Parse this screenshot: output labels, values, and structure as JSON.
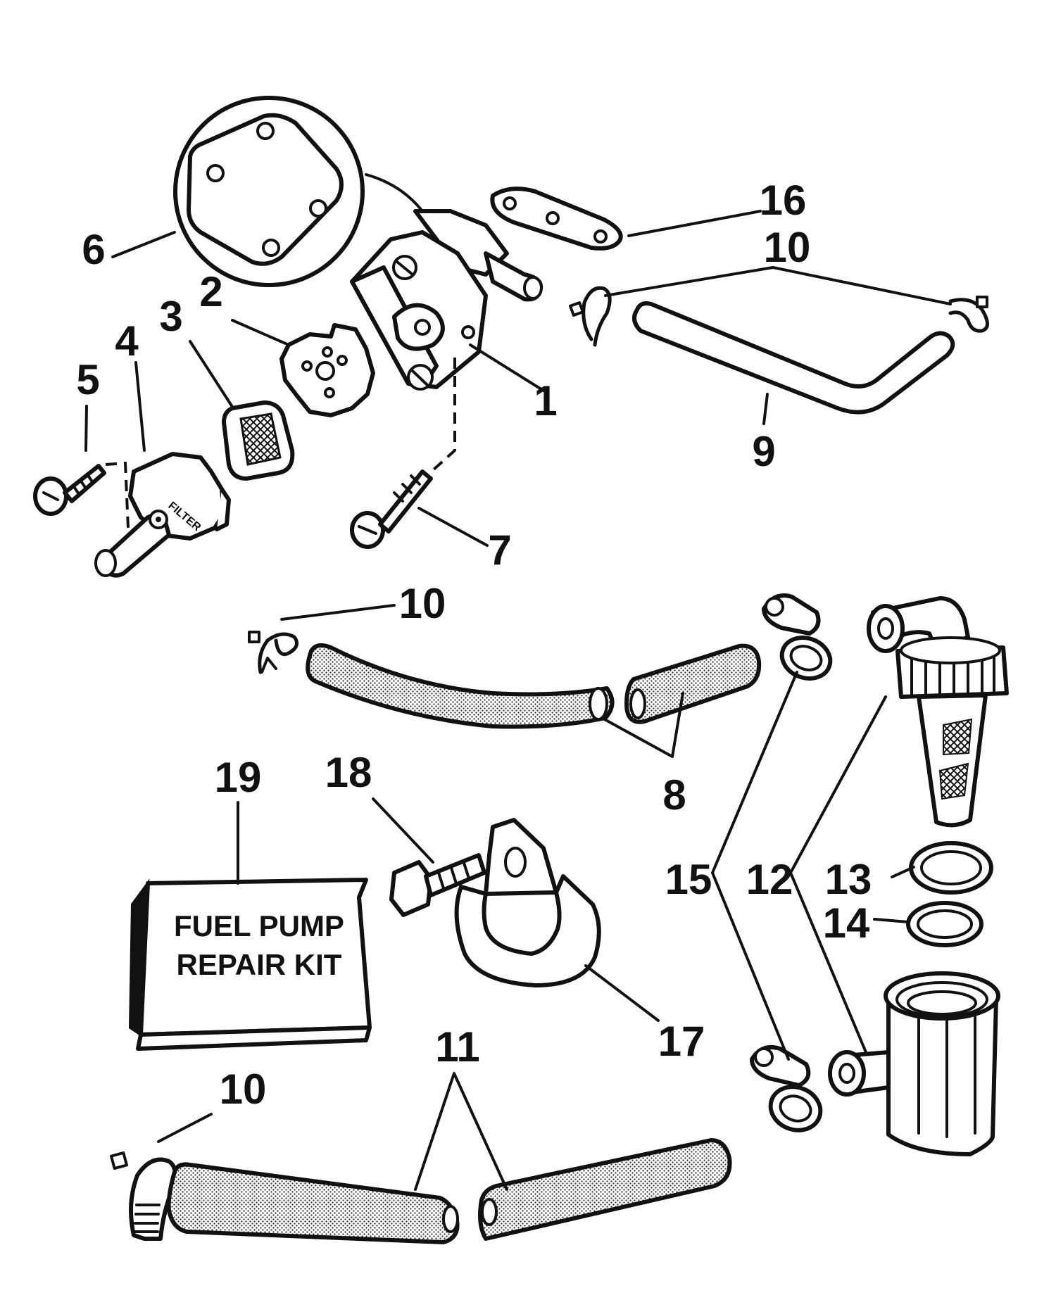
{
  "labels": {
    "l1": "1",
    "l2": "2",
    "l3": "3",
    "l4": "4",
    "l5": "5",
    "l6": "6",
    "l7": "7",
    "l8": "8",
    "l9": "9",
    "l10a": "10",
    "l10b": "10",
    "l10c": "10",
    "l11": "11",
    "l12": "12",
    "l13": "13",
    "l14": "14",
    "l15": "15",
    "l16": "16",
    "l17": "17",
    "l18": "18",
    "l19": "19"
  },
  "kit_box": {
    "line1": "FUEL PUMP",
    "line2": "REPAIR KIT"
  },
  "filter_text": "FILTER"
}
